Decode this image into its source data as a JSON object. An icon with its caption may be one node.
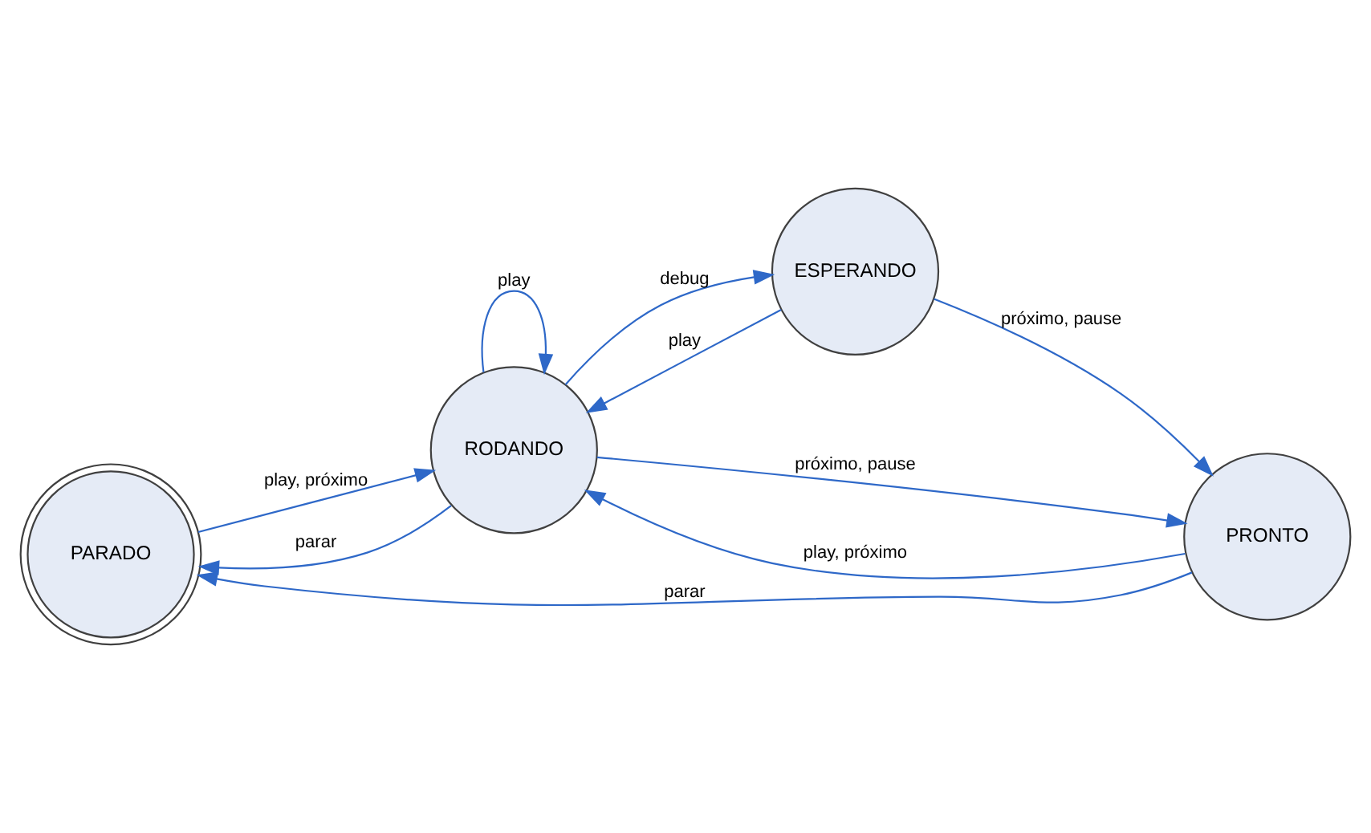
{
  "diagram": {
    "nodes": [
      {
        "text": [
          "PARADO"
        ]
      },
      {
        "text": [
          "RODANDO"
        ]
      },
      {
        "text": [
          "ESPERANDO"
        ]
      },
      {
        "text": [
          "PRONTO"
        ]
      }
    ],
    "edges": [
      {
        "from": 0,
        "to": 1,
        "arrow": "to",
        "label": "play, próximo"
      },
      {
        "from": 1,
        "to": 1,
        "arrow": "to",
        "label": "play"
      },
      {
        "from": 1,
        "to": 0,
        "arrow": "to",
        "label": "parar"
      },
      {
        "from": 1,
        "to": 2,
        "arrow": "to",
        "label": "debug"
      },
      {
        "from": 2,
        "to": 1,
        "arrow": "to",
        "label": "play"
      },
      {
        "from": 3,
        "to": 1,
        "arrow": "to",
        "label": "play, próximo"
      },
      {
        "from": 1,
        "to": 3,
        "arrow": "to",
        "label": "próximo, pause"
      },
      {
        "from": 2,
        "to": 3,
        "arrow": "to",
        "label": "próximo, pause"
      },
      {
        "from": 3,
        "to": 0,
        "arrow": "to",
        "label": "parar"
      }
    ]
  }
}
